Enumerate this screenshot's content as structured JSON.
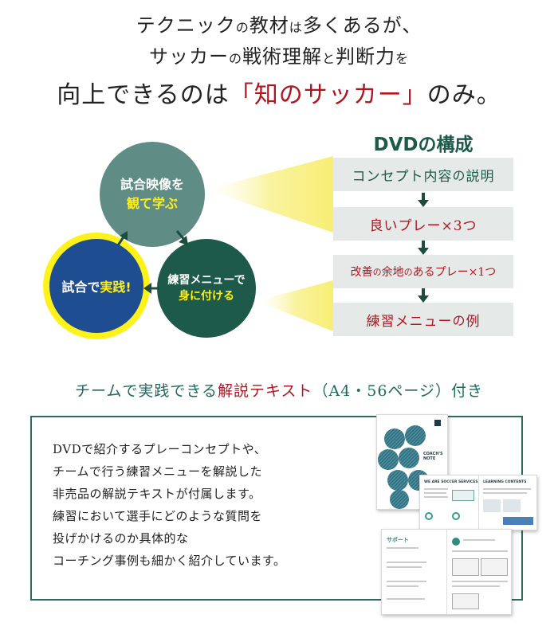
{
  "headline": {
    "line1": {
      "a": "テクニック",
      "b": "の",
      "c": "教材",
      "d": "は",
      "e": "多くあるが、"
    },
    "line2": {
      "a": "サッカー",
      "b": "の",
      "c": "戦術理解",
      "d": "と",
      "e": "判断力",
      "f": "を"
    },
    "line3": {
      "a": "向上できるのは",
      "b": "「知のサッカー」",
      "c": "のみ。"
    }
  },
  "cycle": {
    "watch": {
      "line1": "試合映像を",
      "line2": "観て学ぶ"
    },
    "drill": {
      "line1": "練習メニューで",
      "line2": "身に付ける"
    },
    "match": {
      "a": "試合で",
      "b": "実践!"
    }
  },
  "dvd": {
    "title": "DVDの構成",
    "items": [
      {
        "a": "コンセプト内容",
        "b": "の",
        "c": "説明"
      },
      {
        "a": "良いプレー×3つ"
      },
      {
        "a": "改善",
        "b": "の",
        "c": "余地",
        "d": "の",
        "e": "あるプレー×1つ"
      },
      {
        "a": "練習メニュー",
        "b": "の",
        "c": "例"
      }
    ]
  },
  "section": {
    "a": "チームで実践できる",
    "b": "解説テキスト",
    "c": "（A4・56ページ）付き"
  },
  "description": [
    "DVDで紹介するプレーコンセプトや、",
    "チームで行う練習メニューを解説した",
    "非売品の解説テキストが付属します。",
    "練習において選手にどのような質問を",
    "投げかけるのか具体的な",
    "コーチング事例も細かく紹介しています。"
  ],
  "booklet": {
    "cover_title": "COACH'S NOTE",
    "spread1": {
      "left": "WE ARE SOCCER SERVICES",
      "right": "LEARNING CONTENTS"
    },
    "spread2": {
      "left": "サポート"
    }
  },
  "colors": {
    "green": "#1e5a49",
    "red": "#b0161f",
    "yellow": "#fff21a",
    "blue": "#1e4d92",
    "teal": "#5f8d86"
  }
}
